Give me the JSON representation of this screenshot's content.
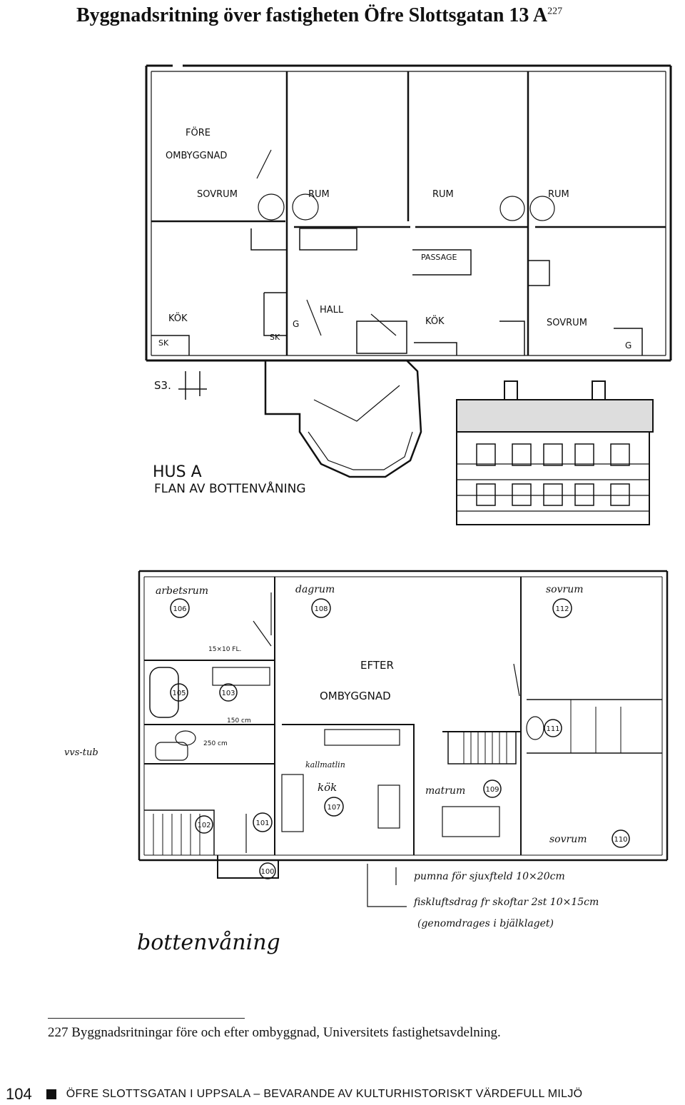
{
  "header": {
    "title": "Byggnadsritning över fastigheten Öfre Slottsgatan 13 A",
    "footnote_ref": "227"
  },
  "plan_top": {
    "rooms": {
      "fore_ombyggnad": "FÖRE\nOMBYGGNAD",
      "sovrum_1": "SOVRUM",
      "rum_1": "RUM",
      "rum_2": "RUM",
      "rum_3": "RUM",
      "passage": "PASSAGE",
      "hall": "HALL",
      "kok_1": "KÖK",
      "kok_2": "KÖK",
      "sovrum_2": "SOVRUM",
      "sk_1": "SK",
      "sk_2": "SK",
      "g_1": "G",
      "g_2": "G",
      "s3": "S3."
    },
    "title_line1": "HUS A",
    "title_line2": "FLAN AV BOTTENVÅNING"
  },
  "plan_bottom": {
    "rooms": {
      "arbetsrum": "arbetsrum",
      "dagrum": "dagrum",
      "sovrum_top": "sovrum",
      "matrum": "matrum",
      "sovrum_bottom": "sovrum",
      "kok": "kök",
      "kallmatlin": "kallmatlin",
      "wc_tub": "vvs-tub"
    },
    "numbers": [
      "106",
      "108",
      "112",
      "105",
      "103",
      "111",
      "109",
      "107",
      "102",
      "101",
      "110",
      "100"
    ],
    "label_efter": "EFTER",
    "label_ombyggnad": "OMBYGGNAD",
    "dims": [
      "15×10 FL.",
      "150 cm",
      "250 cm"
    ],
    "note_line1": "pumna för sjuxfteld 10×20cm",
    "note_line2": "fiskluftsdrag fr skoftar 2st 10×15cm",
    "note_line3": "(genomdrages i bjälklaget)",
    "floor_label": "bottenvåning"
  },
  "caption": "227 Byggnadsritningar före och efter ombyggnad, Universitets fastighetsavdelning.",
  "footer": {
    "page_number": "104",
    "running_title": "ÖFRE SLOTTSGATAN I UPPSALA – BEVARANDE AV KULTURHISTORISKT VÄRDEFULL MILJÖ"
  }
}
